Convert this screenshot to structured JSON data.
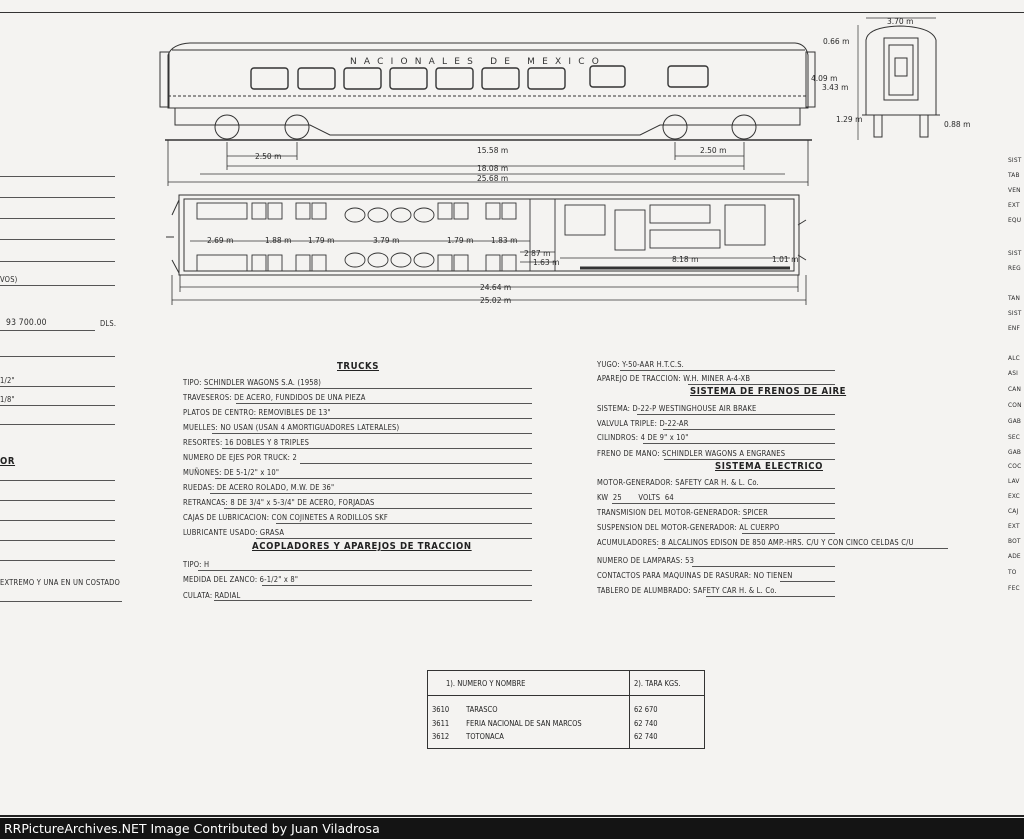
{
  "drawing": {
    "car_lettering": "NACIONALES DE MEXICO",
    "dimensions": {
      "truck_left": "2.50 m",
      "truck_right": "2.50 m",
      "truck_centers": "15.58 m",
      "over_trucks": "18.08 m",
      "overall": "25.68 m",
      "plan_seg1": "2.69 m",
      "plan_seg2": "1.88 m",
      "plan_seg3": "1.79 m",
      "plan_seg4": "3.79 m",
      "plan_seg5": "1.79 m",
      "plan_seg6": "1.83 m",
      "plan_vest1": "2.87 m",
      "plan_vest2": "1.63 m",
      "plan_kitchen": "8.18 m",
      "plan_end": "1.01 m",
      "plan_body": "24.64 m",
      "plan_overall": "25.02 m",
      "end_width": "3.70 m",
      "end_roof": "0.66 m",
      "end_height": "4.09 m",
      "end_body": "3.43 m",
      "end_floor": "1.29 m",
      "end_rail": "0.88 m"
    }
  },
  "left_col": {
    "price_value": "93 700.00",
    "price_unit": "DLS.",
    "frag_vos": "VOS)",
    "frag_half": "1/2\"",
    "frag_eighth": "1/8\"",
    "frag_or": "OR",
    "frag_extremo": "EXTREMO Y UNA EN UN COSTADO"
  },
  "trucks": {
    "title": "TRUCKS",
    "rows": [
      {
        "label": "TIPO:",
        "value": "SCHINDLER WAGONS S.A. (1958)"
      },
      {
        "label": "TRAVESEROS:",
        "value": "DE ACERO, FUNDIDOS DE UNA PIEZA"
      },
      {
        "label": "PLATOS DE CENTRO:",
        "value": "REMOVIBLES DE 13\""
      },
      {
        "label": "MUELLES:",
        "value": "NO USAN (USAN 4 AMORTIGUADORES LATERALES)"
      },
      {
        "label": "RESORTES:",
        "value": "16 DOBLES Y 8 TRIPLES"
      },
      {
        "label": "NUMERO DE EJES POR TRUCK:",
        "value": "2"
      },
      {
        "label": "MUÑONES:",
        "value": "DE 5-1/2\" x 10\""
      },
      {
        "label": "RUEDAS:",
        "value": "DE ACERO ROLADO, M.W. DE 36\""
      },
      {
        "label": "RETRANCAS:",
        "value": "8 DE 3/4\" x 5-3/4\" DE ACERO, FORJADAS"
      },
      {
        "label": "CAJAS DE LUBRICACION:",
        "value": "CON COJINETES A RODILLOS SKF"
      },
      {
        "label": "LUBRICANTE USADO:",
        "value": "GRASA"
      }
    ]
  },
  "acopladores": {
    "title": "ACOPLADORES Y APAREJOS DE TRACCION",
    "rows": [
      {
        "label": "TIPO:",
        "value": "H"
      },
      {
        "label": "MEDIDA DEL ZANCO:",
        "value": "6-1/2\" x 8\""
      },
      {
        "label": "CULATA:",
        "value": "RADIAL"
      }
    ]
  },
  "traccion": {
    "rows": [
      {
        "label": "YUGO:",
        "value": "Y-50-AAR H.T.C.S."
      },
      {
        "label": "APAREJO DE TRACCION:",
        "value": "W.H. MINER A-4-XB"
      }
    ]
  },
  "frenos": {
    "title": "SISTEMA DE FRENOS DE AIRE",
    "rows": [
      {
        "label": "SISTEMA:",
        "value": "D-22-P WESTINGHOUSE AIR BRAKE"
      },
      {
        "label": "VALVULA TRIPLE:",
        "value": "D-22-AR"
      },
      {
        "label": "CILINDROS:",
        "value": "4 DE 9\" x 10\""
      },
      {
        "label": "FRENO DE MANO:",
        "value": "SCHINDLER WAGONS A ENGRANES"
      }
    ]
  },
  "electrico": {
    "title": "SISTEMA ELECTRICO",
    "motor_label": "MOTOR-GENERADOR:",
    "motor_value": "SAFETY CAR H. & L. Co.",
    "kw_label": "KW",
    "kw_value": "25",
    "volts_label": "VOLTS",
    "volts_value": "64",
    "rows": [
      {
        "label": "TRANSMISION DEL MOTOR-GENERADOR:",
        "value": "SPICER"
      },
      {
        "label": "SUSPENSION DEL MOTOR-GENERADOR:",
        "value": "AL CUERPO"
      },
      {
        "label": "ACUMULADORES:",
        "value": "8 ALCALINOS EDISON DE 850 AMP.-HRS. C/U Y CON CINCO CELDAS C/U"
      },
      {
        "label": "NUMERO DE LAMPARAS:",
        "value": "53"
      },
      {
        "label": "CONTACTOS PARA MAQUINAS DE RASURAR:",
        "value": "NO TIENEN"
      },
      {
        "label": "TABLERO DE ALUMBRADO:",
        "value": "SAFETY CAR H. & L. Co."
      }
    ]
  },
  "right_edge": [
    "SIST",
    "TAB",
    "VEN",
    "EXT",
    "EQU",
    "SIST",
    "REG",
    "TAN",
    "SIST",
    "ENF",
    "ALC",
    "ASI",
    "CAN",
    "CON",
    "GAB",
    "SEC",
    "GAB",
    "COC",
    "LAV",
    "EXC",
    "CAJ",
    "EXT",
    "BOT",
    "ADE",
    "TO",
    "FEC"
  ],
  "cars_table": {
    "col1": "1). NUMERO Y NOMBRE",
    "col2": "2). TARA KGS.",
    "rows": [
      {
        "num": "3610",
        "name": "TARASCO",
        "tara": "62 670"
      },
      {
        "num": "3611",
        "name": "FERIA NACIONAL DE SAN MARCOS",
        "tara": "62 740"
      },
      {
        "num": "3612",
        "name": "TOTONACA",
        "tara": "62 740"
      }
    ]
  },
  "footer": "RRPictureArchives.NET Image Contributed by Juan Viladrosa"
}
